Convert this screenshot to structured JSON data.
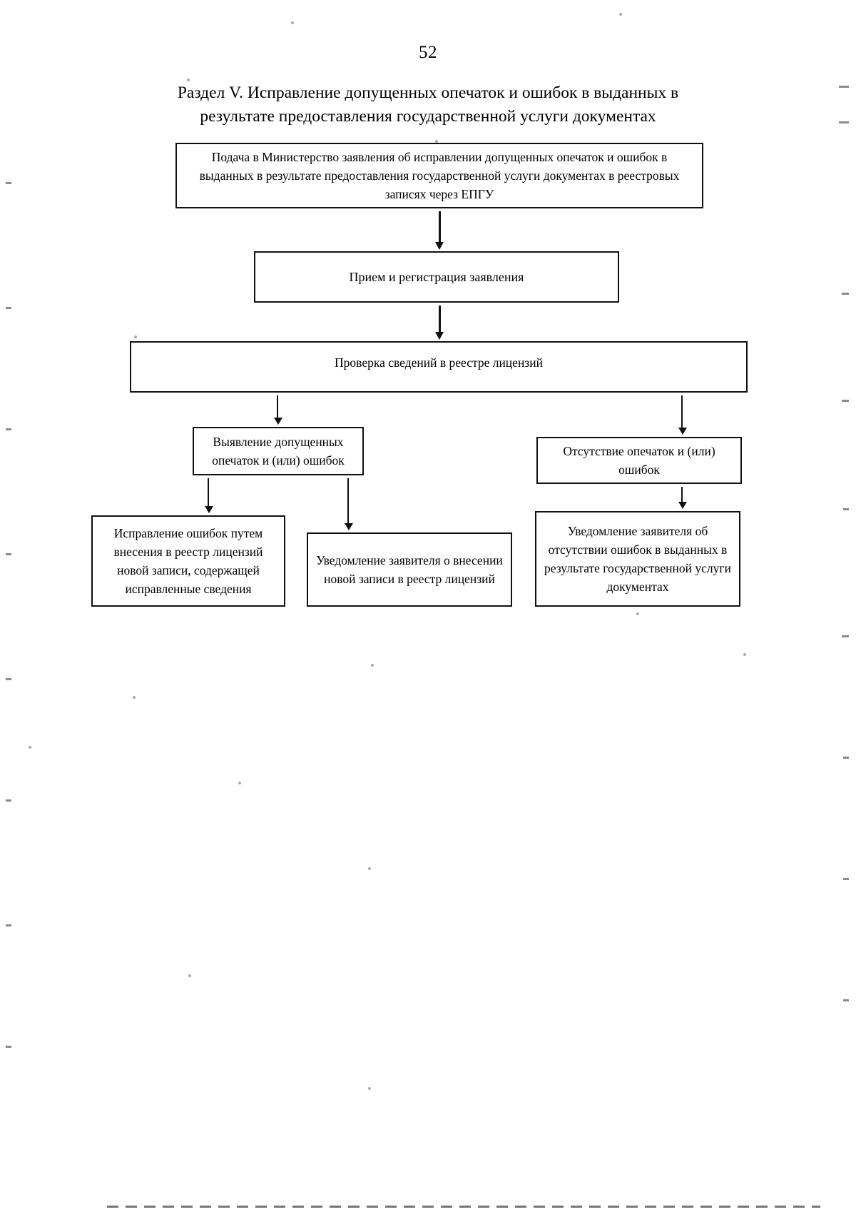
{
  "document": {
    "page_number": "52",
    "section_title_line1": "Раздел V. Исправление допущенных опечаток и ошибок в выданных в результате",
    "section_title_line2": "предоставления государственной услуги документах"
  },
  "flowchart": {
    "nodes": {
      "submit": "Подача в Министерство заявления об исправлении допущенных опечаток и ошибок в выданных в результате предоставления государственной услуги документах в реестровых записях через ЕПГУ",
      "register": "Прием и регистрация заявления",
      "check": "Проверка сведений в реестре лицензий",
      "found": "Выявление допущенных опечаток и (или) ошибок",
      "none": "Отсутствие опечаток и (или) ошибок",
      "fix": "Исправление ошибок путем внесения в реестр лицензий новой записи, содержащей исправленные сведения",
      "notify_new": "Уведомление заявителя о внесении новой записи в реестр лицензий",
      "notify_none": "Уведомление заявителя об отсутствии ошибок в выданных в результате государственной услуги документах"
    },
    "edges": [
      {
        "from": "submit",
        "to": "register",
        "name": "arrow-submit-to-register"
      },
      {
        "from": "register",
        "to": "check",
        "name": "arrow-register-to-check"
      },
      {
        "from": "check",
        "to": "found",
        "name": "arrow-check-to-found"
      },
      {
        "from": "check",
        "to": "none",
        "name": "arrow-check-to-none"
      },
      {
        "from": "found",
        "to": "fix",
        "name": "arrow-found-to-fix"
      },
      {
        "from": "found",
        "to": "notify_new",
        "name": "arrow-found-to-notify-new"
      },
      {
        "from": "none",
        "to": "notify_none",
        "name": "arrow-none-to-notify-none"
      }
    ]
  },
  "colors": {
    "ink": "#111111",
    "paper": "#ffffff"
  }
}
